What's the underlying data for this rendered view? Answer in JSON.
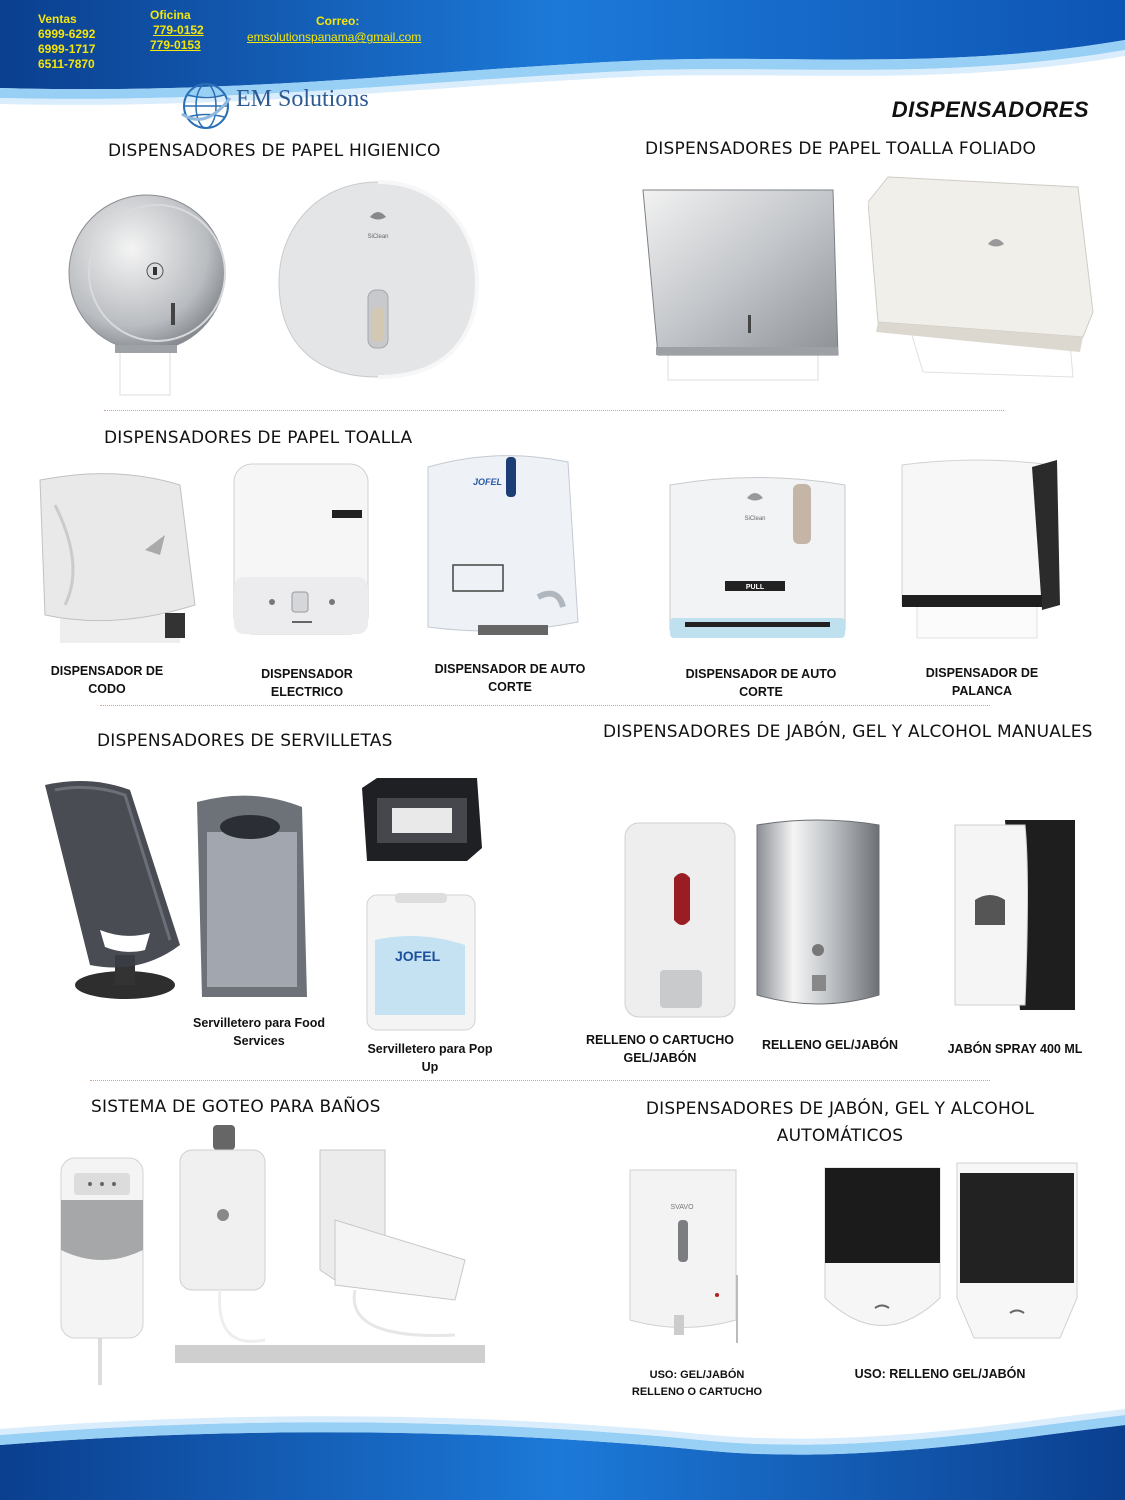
{
  "header": {
    "ventas_label": "Ventas",
    "ventas_phones": [
      "6999-6292",
      "6999-1717",
      "6511-7870"
    ],
    "oficina_label": "Oficina",
    "oficina_phones": [
      "779-0152",
      "779-0153"
    ],
    "correo_label": "Correo:",
    "email": "emsolutionspanama@gmail.com"
  },
  "brand": {
    "name": "EM Solutions"
  },
  "page_title": "DISPENSADORES",
  "sections": {
    "papel_higienico": "DISPENSADORES DE PAPEL HIGIENICO",
    "toalla_foliado": "DISPENSADORES DE PAPEL TOALLA FOLIADO",
    "papel_toalla": "DISPENSADORES DE PAPEL TOALLA",
    "servilletas": "DISPENSADORES DE SERVILLETAS",
    "jabon_manuales": "DISPENSADORES DE JABÓN, GEL Y ALCOHOL MANUALES",
    "goteo": "SISTEMA DE GOTEO PARA BAÑOS",
    "jabon_auto_line1": "DISPENSADORES DE JABÓN, GEL Y ALCOHOL",
    "jabon_auto_line2": "AUTOMÁTICOS"
  },
  "captions": {
    "codo": [
      "DISPENSADOR DE",
      "CODO"
    ],
    "electrico": [
      "DISPENSADOR",
      "ELECTRICO"
    ],
    "auto_corte_1": [
      "DISPENSADOR DE AUTO",
      "CORTE"
    ],
    "auto_corte_2": [
      "DISPENSADOR DE AUTO",
      "CORTE"
    ],
    "palanca": [
      "DISPENSADOR DE",
      "PALANCA"
    ],
    "food_services": [
      "Servilletero para Food",
      "Services"
    ],
    "pop_up": [
      "Servilletero para Pop",
      "Up"
    ],
    "relleno_cartucho": [
      "RELLENO O CARTUCHO",
      "GEL/JABÓN"
    ],
    "relleno_gel": "RELLENO GEL/JABÓN",
    "spray": "JABÓN SPRAY 400 ML",
    "auto_uso_1": [
      "USO: GEL/JABÓN",
      "RELLENO O CARTUCHO"
    ],
    "auto_uso_2": "USO: RELLENO GEL/JABÓN"
  },
  "product_labels": {
    "siclean": "SiClean",
    "jofel": "JOFEL",
    "pull": "PULL",
    "svavo": "SVAVO"
  },
  "colors": {
    "header_blue": "#1266c8",
    "header_dark": "#0b3f8f",
    "header_text": "#f5e60a",
    "accent_red": "#c0202a",
    "divider": "#d9a07a"
  }
}
